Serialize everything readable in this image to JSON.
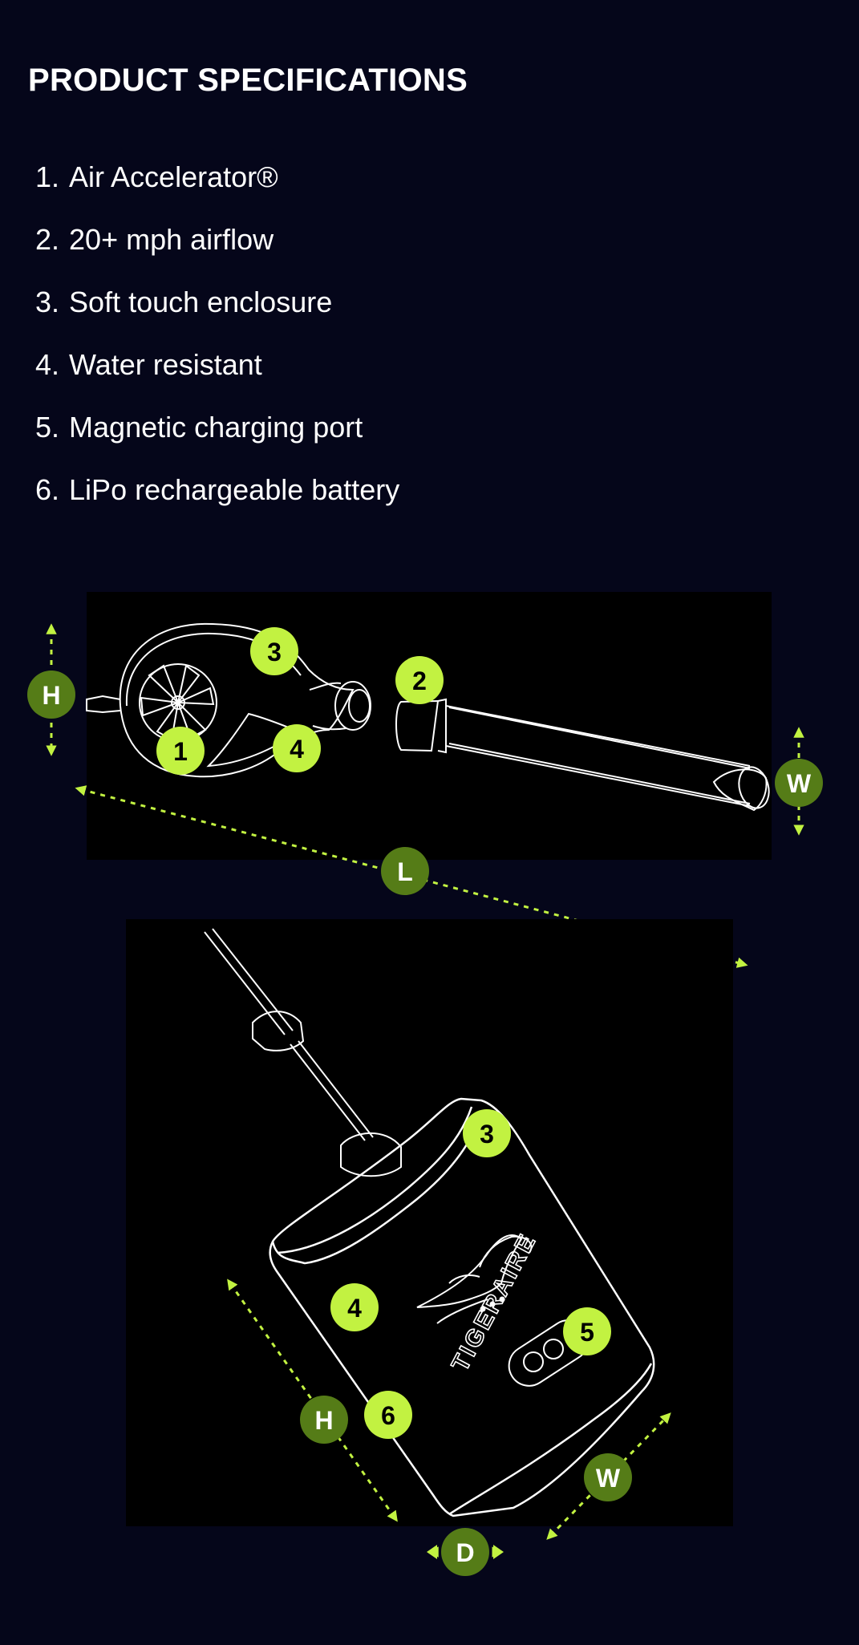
{
  "title": "PRODUCT SPECIFICATIONS",
  "specs": [
    {
      "number": "1.",
      "label": "Air Accelerator®"
    },
    {
      "number": "2.",
      "label": "20+ mph airflow"
    },
    {
      "number": "3.",
      "label": "Soft touch enclosure"
    },
    {
      "number": "4.",
      "label": "Water resistant"
    },
    {
      "number": "5.",
      "label": "Magnetic charging port"
    },
    {
      "number": "6.",
      "label": "LiPo rechargeable battery"
    }
  ],
  "top_view": {
    "callouts": [
      "1",
      "2",
      "3",
      "4"
    ],
    "dimensions": {
      "height": "H",
      "width": "W",
      "length": "L"
    }
  },
  "bottom_view": {
    "callouts": [
      "3",
      "4",
      "5",
      "6"
    ],
    "dimensions": {
      "height": "H",
      "width": "W",
      "depth": "D"
    },
    "brand_logo_text": "TIGERAIRE"
  },
  "colors": {
    "background": "#05061a",
    "panel": "#000000",
    "callout_fill": "#c2f241",
    "dimension_badge": "#557c17",
    "dimension_line": "#c2f241",
    "outline": "#ffffff"
  }
}
